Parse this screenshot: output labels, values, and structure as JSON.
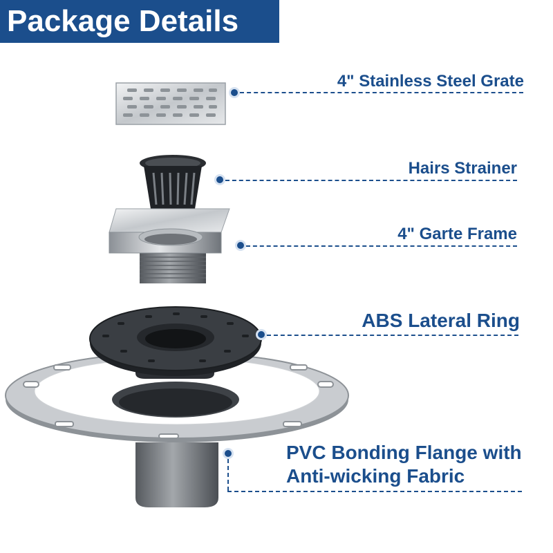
{
  "banner": {
    "title": "Package Details"
  },
  "parts": [
    {
      "label": "4\" Stainless Steel Grate",
      "icon": "grate-icon"
    },
    {
      "label": "Hairs Strainer",
      "icon": "strainer-icon"
    },
    {
      "label": "4\" Garte Frame",
      "icon": "frame-icon"
    },
    {
      "label": "ABS Lateral Ring",
      "icon": "ring-icon"
    },
    {
      "label_line1": "PVC Bonding Flange with",
      "label_line2": "Anti-wicking Fabric",
      "icon": "flange-icon"
    }
  ],
  "colors": {
    "accent": "#1b4e8c",
    "banner_text": "#ffffff",
    "steel": "#c9ccd0",
    "abs": "#2e3136",
    "pvc": "#7d8185"
  }
}
